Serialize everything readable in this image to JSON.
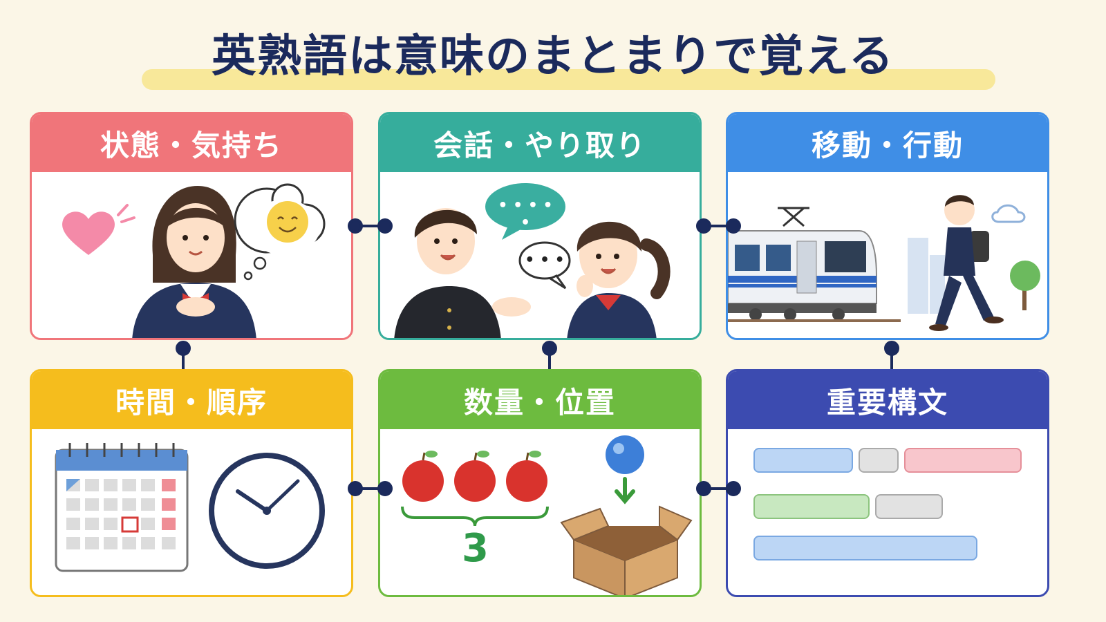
{
  "title": "英熟語は意味のまとまりで覚える",
  "cards": [
    {
      "label": "状態・気持ち",
      "color": "#f0757a"
    },
    {
      "label": "会話・やり取り",
      "color": "#36ad9c"
    },
    {
      "label": "移動・行動",
      "color": "#3f8ee6"
    },
    {
      "label": "時間・順序",
      "color": "#f5bd1d"
    },
    {
      "label": "数量・位置",
      "color": "#6dbb3f"
    },
    {
      "label": "重要構文",
      "color": "#3c4bb0"
    }
  ],
  "quantity": {
    "count_label": "3"
  },
  "speech": {
    "bubble_top": "• • • • •",
    "bubble_bottom": "• • •"
  }
}
